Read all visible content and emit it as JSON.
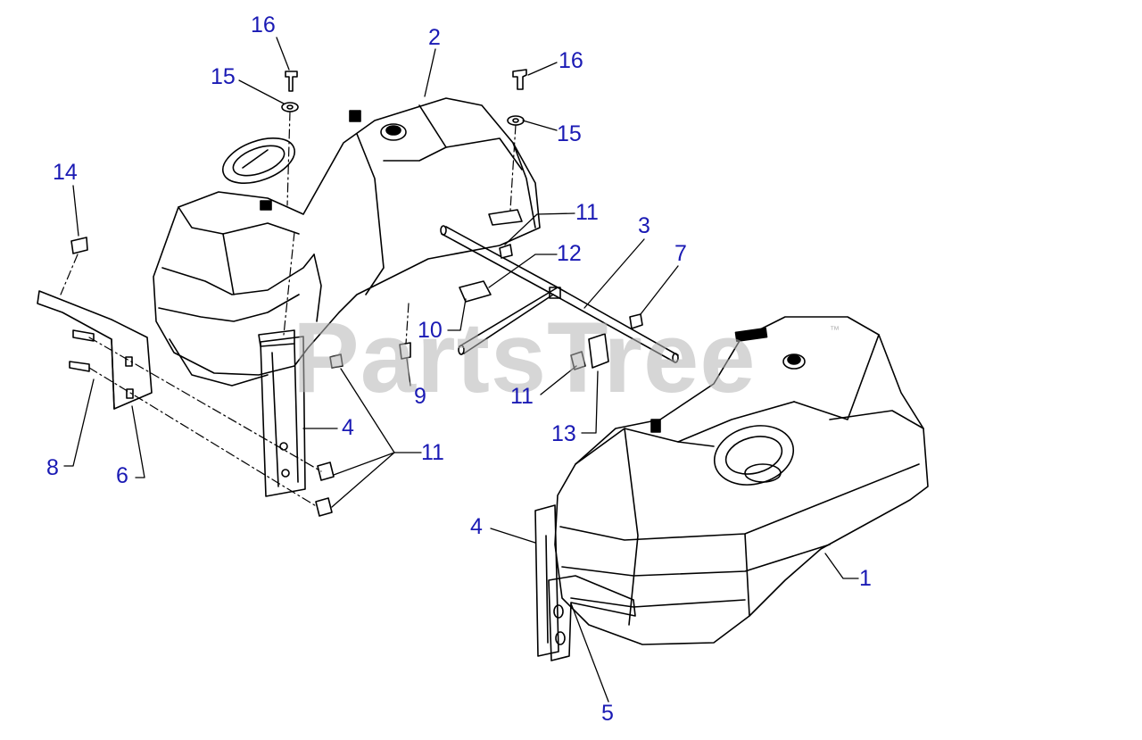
{
  "watermark": {
    "text": "PartsTree",
    "trademark": "™"
  },
  "callouts": {
    "c16_left": "16",
    "c2": "2",
    "c15_left": "15",
    "c16_right": "16",
    "c15_right": "15",
    "c14": "14",
    "c11_top": "11",
    "c3": "3",
    "c12": "12",
    "c7": "7",
    "c10": "10",
    "c9": "9",
    "c11_mid": "11",
    "c13": "13",
    "c4_left": "4",
    "c11_bottom": "11",
    "c8": "8",
    "c6": "6",
    "c4_right": "4",
    "c1": "1",
    "c5": "5"
  },
  "colors": {
    "callout": "#1a1ab4",
    "line": "#000000",
    "watermark": "#b5b5b5"
  }
}
